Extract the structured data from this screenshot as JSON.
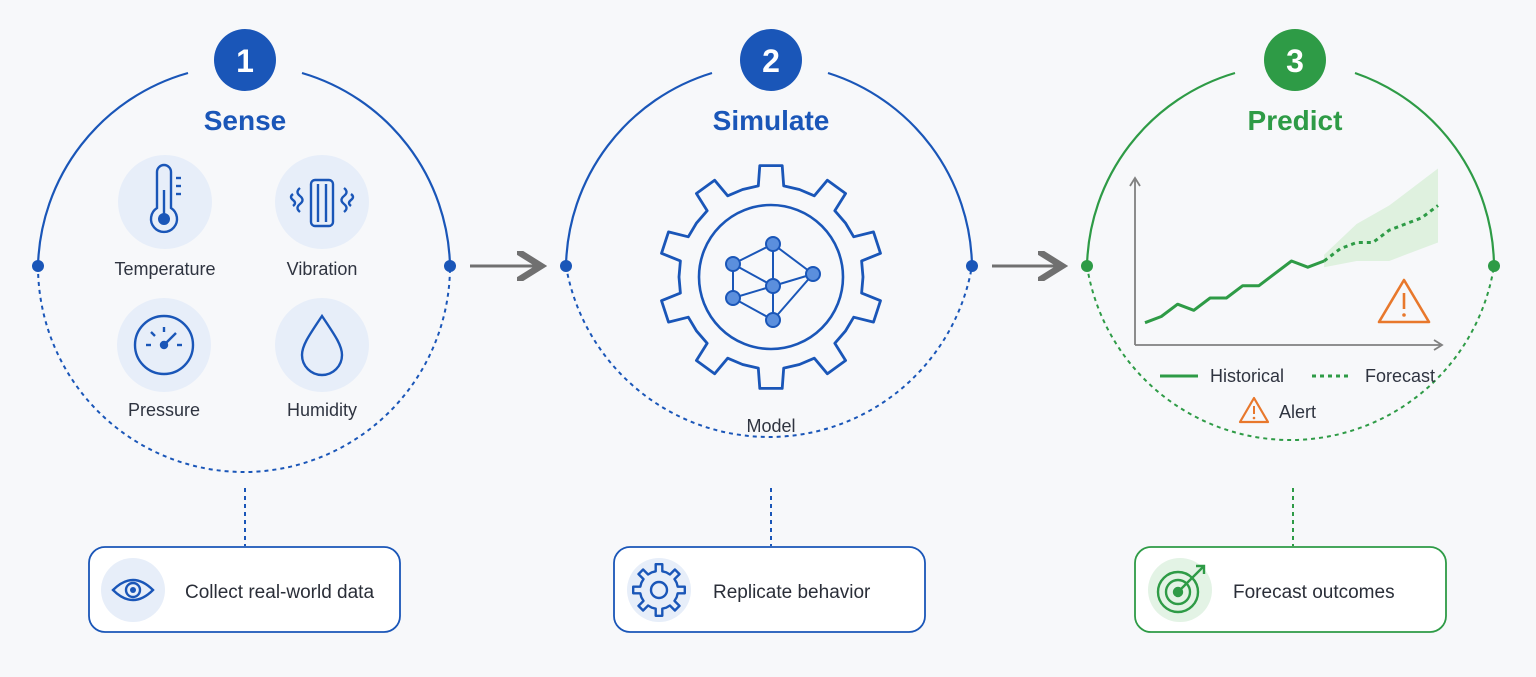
{
  "colors": {
    "blue": "#1a56b8",
    "green": "#2e9b46",
    "orange": "#e8782c",
    "icon_bg": "#e7eef9",
    "arrow": "#707070",
    "text": "#2f3440"
  },
  "steps": [
    {
      "number": "1",
      "title": "Sense",
      "sensors": [
        {
          "label": "Temperature",
          "icon": "thermometer-icon"
        },
        {
          "label": "Vibration",
          "icon": "vibration-icon"
        },
        {
          "label": "Pressure",
          "icon": "gauge-icon"
        },
        {
          "label": "Humidity",
          "icon": "droplet-icon"
        }
      ],
      "caption": "Collect real-world data",
      "caption_icon": "eye-icon"
    },
    {
      "number": "2",
      "title": "Simulate",
      "center_icon": "gear-network-icon",
      "model_label": "Model",
      "caption": "Replicate behavior",
      "caption_icon": "gear-icon"
    },
    {
      "number": "3",
      "title": "Predict",
      "legend": {
        "historical": "Historical",
        "forecast": "Forecast",
        "alert": "Alert"
      },
      "caption": "Forecast outcomes",
      "caption_icon": "target-icon"
    }
  ],
  "flow_arrows": [
    "arrow-right-icon",
    "arrow-right-icon"
  ],
  "chart_data": {
    "type": "line",
    "title": "",
    "xlabel": "",
    "ylabel": "",
    "series": [
      {
        "name": "Historical",
        "x": [
          0,
          1,
          2,
          3,
          4,
          5,
          6,
          7,
          8,
          9,
          10,
          11
        ],
        "values": [
          2,
          3,
          5,
          4,
          6,
          6,
          8,
          8,
          10,
          12,
          11,
          12
        ]
      },
      {
        "name": "Forecast",
        "x": [
          11,
          12,
          13,
          14,
          15,
          16,
          17,
          18
        ],
        "values": [
          12,
          14,
          15,
          15,
          17,
          18,
          19,
          21
        ]
      }
    ],
    "band": {
      "x": [
        11,
        13,
        15,
        16,
        18
      ],
      "upper": [
        13,
        18,
        21,
        23,
        27
      ],
      "lower": [
        11,
        12,
        12,
        13,
        15
      ]
    },
    "xlim": [
      0,
      18
    ],
    "ylim": [
      0,
      30
    ],
    "grid": false,
    "legend": "bottom",
    "annotations": [
      "alert-icon"
    ]
  }
}
